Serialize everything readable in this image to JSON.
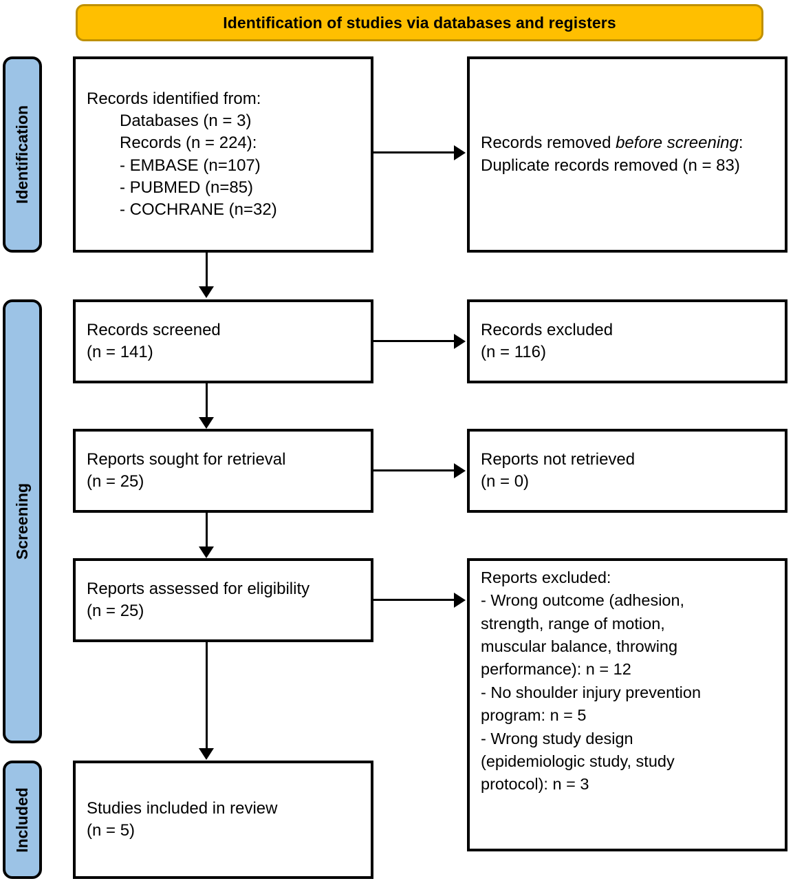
{
  "banner": {
    "title": "Identification of studies via databases and registers"
  },
  "stages": [
    {
      "name": "identification",
      "label": "Identification"
    },
    {
      "name": "screening",
      "label": "Screening"
    },
    {
      "name": "included",
      "label": "Included"
    }
  ],
  "boxes": {
    "identified": {
      "lines": [
        "Records identified from:",
        "Databases (n = 3)",
        "Records (n = 224):",
        "- EMBASE (n=107)",
        "- PUBMED (n=85)",
        "- COCHRANE (n=32)"
      ]
    },
    "removed": {
      "line1_a": "Records removed ",
      "line1_italic": "before screening",
      "line1_b": ":",
      "line2": "Duplicate records removed (n = 83)"
    },
    "screened": {
      "line1": "Records screened",
      "line2": "(n = 141)"
    },
    "excluded": {
      "line1": "Records excluded",
      "line2": "(n = 116)"
    },
    "sought": {
      "line1": "Reports sought for retrieval",
      "line2": "(n = 25)"
    },
    "not_retrieved": {
      "line1": "Reports not retrieved",
      "line2": "(n = 0)"
    },
    "assessed": {
      "line1": "Reports assessed for eligibility",
      "line2": "(n = 25)"
    },
    "reports_excluded": {
      "heading": "Reports excluded:",
      "items": [
        "- Wrong outcome (adhesion,\nstrength, range of motion,\nmuscular balance, throwing\nperformance): n = 12",
        "- No shoulder injury prevention\nprogram: n = 5",
        "- Wrong study design\n(epidemiologic study, study\nprotocol): n = 3"
      ]
    },
    "included": {
      "line1": "Studies included in review",
      "line2": "(n = 5)"
    }
  },
  "colors": {
    "banner_fill": "#FFBF00",
    "banner_border": "#BF9000",
    "stage_fill": "#9CC3E6",
    "box_border": "#000000",
    "box_fill": "#FFFFFF",
    "connector": "#000000"
  }
}
